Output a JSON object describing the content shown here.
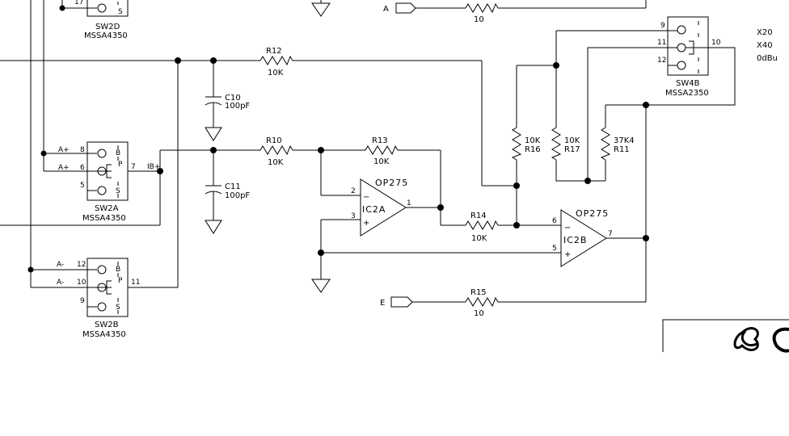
{
  "switches": {
    "sw2d": {
      "name": "SW2D",
      "part": "MSSA4350",
      "pin_top": "17",
      "term_s": "S"
    },
    "sw2a": {
      "name": "SW2A",
      "part": "MSSA4350",
      "pin_b": "8",
      "pin_p": "6",
      "pin_s": "5",
      "pin_out": "7",
      "term_b": "B",
      "term_p": "P",
      "term_s": "S",
      "label_b": "A+",
      "label_p": "A+",
      "label_out": "IB+"
    },
    "sw2b": {
      "name": "SW2B",
      "part": "MSSA4350",
      "pin_b": "12",
      "pin_p": "10",
      "pin_s": "9",
      "pin_out": "11",
      "term_b": "B",
      "term_p": "P",
      "term_s": "S",
      "label_b": "A-",
      "label_p": "A-"
    },
    "sw4b": {
      "name": "SW4B",
      "part": "MSSA2350",
      "pin_1": "9",
      "pin_2": "11",
      "pin_3": "12",
      "pin_out": "10",
      "opt_1": "X20",
      "opt_2": "X40",
      "opt_3": "0dBu"
    }
  },
  "resistors": {
    "r12": {
      "ref": "R12",
      "value": "10K"
    },
    "r10": {
      "ref": "R10",
      "value": "10K"
    },
    "r13": {
      "ref": "R13",
      "value": "10K"
    },
    "r14": {
      "ref": "R14",
      "value": "10K"
    },
    "r15": {
      "ref": "R15",
      "value": "10"
    },
    "r16": {
      "ref": "R16",
      "value": "10K"
    },
    "r17": {
      "ref": "R17",
      "value": "10K"
    },
    "r11": {
      "ref": "R11",
      "value": "37K4"
    },
    "ra": {
      "value": "10"
    }
  },
  "capacitors": {
    "c10": {
      "ref": "C10",
      "value": "100pF"
    },
    "c11": {
      "ref": "C11",
      "value": "100pF"
    }
  },
  "opamps": {
    "ic2a": {
      "ref": "IC2A",
      "part": "OP275",
      "pin_inv": "2",
      "pin_noninv": "3",
      "pin_out": "1",
      "sign_inv": "−",
      "sign_noninv": "+"
    },
    "ic2b": {
      "ref": "IC2B",
      "part": "OP275",
      "pin_inv": "6",
      "pin_noninv": "5",
      "pin_out": "7",
      "sign_inv": "−",
      "sign_noninv": "+"
    }
  },
  "ports": {
    "a": {
      "label": "A"
    },
    "e": {
      "label": "E"
    }
  }
}
